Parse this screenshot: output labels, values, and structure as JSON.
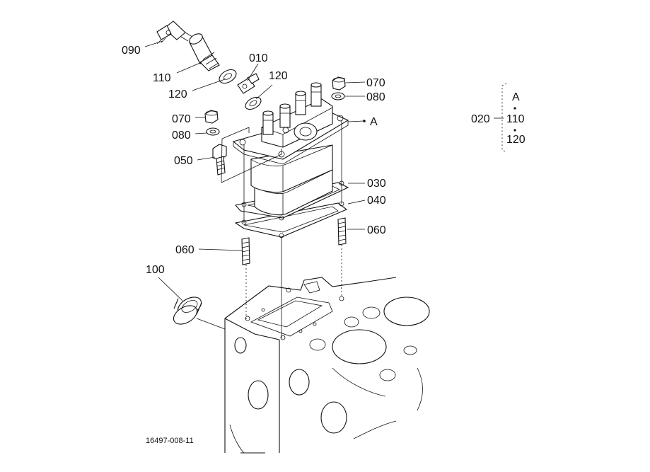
{
  "labels": {
    "p090": "090",
    "p110": "110",
    "p120a": "120",
    "p010": "010",
    "p120b": "120",
    "p070a": "070",
    "p080a": "080",
    "p070b": "070",
    "p080b": "080",
    "p050": "050",
    "pA": "A",
    "p030": "030",
    "p040": "040",
    "p060a": "060",
    "p060b": "060",
    "p100": "100"
  },
  "group": {
    "parent": "020",
    "items": [
      "A",
      "110",
      "120"
    ]
  },
  "drawing_number": "16497-008-11"
}
